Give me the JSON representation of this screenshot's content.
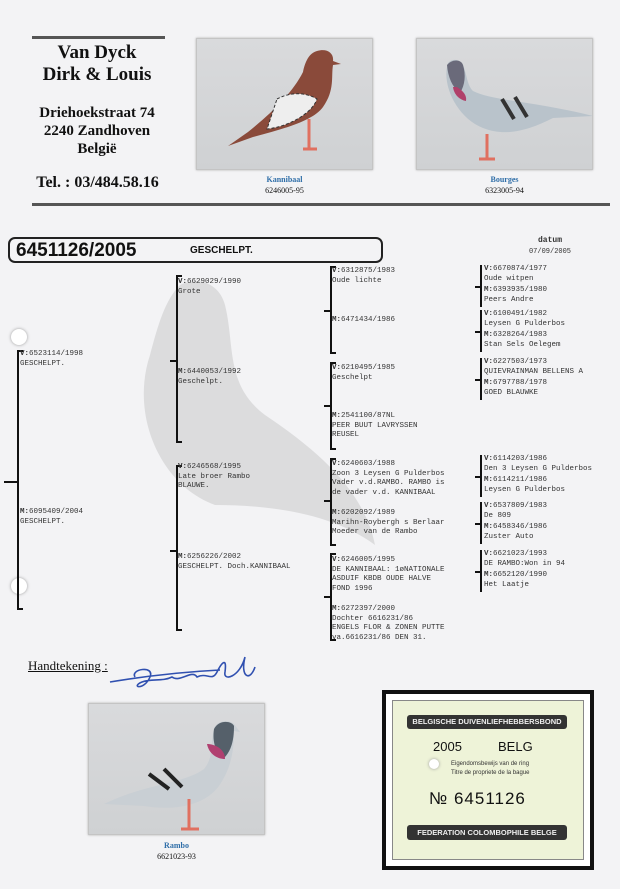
{
  "breeder": {
    "name1": "Van Dyck",
    "name2": "Dirk & Louis",
    "street": "Driehoekstraat 74",
    "city": "2240 Zandhoven",
    "country": "België",
    "tel": "Tel. : 03/484.58.16"
  },
  "photos": [
    {
      "name": "Kannibaal",
      "ring": "6246005-95"
    },
    {
      "name": "Bourges",
      "ring": "6323005-94"
    },
    {
      "name": "Rambo",
      "ring": "6621023-93"
    }
  ],
  "pigeon": {
    "ring": "6451126/2005",
    "color": "GESCHELPT."
  },
  "date": {
    "label": "datum",
    "value": "07/09/2005"
  },
  "gen1": [
    {
      "tag": "V:",
      "text": "6523114/1998\nGESCHELPT."
    },
    {
      "tag": "M:",
      "text": "6095409/2004\nGESCHELPT."
    }
  ],
  "gen2": [
    {
      "tag": "V:",
      "text": "6629029/1990\nGrote"
    },
    {
      "tag": "M:",
      "text": "6440053/1992\nGeschelpt."
    },
    {
      "tag": "V:",
      "text": "6246568/1995\nLate broer Rambo\nBLAUWE."
    },
    {
      "tag": "M:",
      "text": "6256226/2002\nGESCHELPT. Doch.KANNIBAAL"
    }
  ],
  "gen3": [
    {
      "tag": "V:",
      "text": "6312875/1983\nOude lichte"
    },
    {
      "tag": "M:",
      "text": "6471434/1986"
    },
    {
      "tag": "V:",
      "text": "6210495/1985\nGeschelpt"
    },
    {
      "tag": "M:",
      "text": "2541100/87NL\nPEER BUUT LAVRYSSEN\nREUSEL"
    },
    {
      "tag": "V:",
      "text": "6240603/1988\nZoon 3 Leysen G Pulderbos\nVader v.d.RAMBO. RAMBO is\nde vader v.d. KANNIBAAL"
    },
    {
      "tag": "M:",
      "text": "6202092/1989\nMarihn-Roybergh s Berlaar\nMoeder van de Rambo"
    },
    {
      "tag": "V:",
      "text": "6246005/1995\nDE KANNIBAAL: 1øNATIONALE\nASDUIF KBDB OUDE HALVE\nFOND 1996"
    },
    {
      "tag": "M:",
      "text": "6272397/2000\nDochter 6616231/86\nENGELS FLOR & ZONEN PUTTE\nva.6616231/86 DEN 31."
    }
  ],
  "gen4": [
    {
      "tag": "V:",
      "text": "6670874/1977\nOude witpen"
    },
    {
      "tag": "M:",
      "text": "6393935/1980\nPeers Andre"
    },
    {
      "tag": "V:",
      "text": "6100491/1982\nLeysen G Pulderbos"
    },
    {
      "tag": "M:",
      "text": "6328264/1983\nStan Sels Oelegem"
    },
    {
      "tag": "V:",
      "text": "6227503/1973\nQUIEVRAINMAN BELLENS A"
    },
    {
      "tag": "M:",
      "text": "6797788/1978\nGOED BLAUWKE"
    },
    {
      "tag": "V:",
      "text": "6114203/1986\nDen 3 Leysen G Pulderbos"
    },
    {
      "tag": "M:",
      "text": "6114211/1986\nLeysen G Pulderbos"
    },
    {
      "tag": "V:",
      "text": "6537809/1983\nDe 809"
    },
    {
      "tag": "M:",
      "text": "6458346/1986\nZuster Auto"
    },
    {
      "tag": "V:",
      "text": "6621023/1993\nDE RAMBO:Won in 94"
    },
    {
      "tag": "M:",
      "text": "6652120/1990\nHet Laatje"
    }
  ],
  "signature": {
    "label": "Handtekening :",
    "signed": "VanDyck"
  },
  "ring_card": {
    "top": "BELGISCHE DUIVENLIEFHEBBERSBOND",
    "year": "2005",
    "country": "BELG",
    "line1": "Eigendomsbewijs van de ring",
    "line2": "Titre de propriete de la bague",
    "number": "№ 6451126",
    "bottom": "FEDERATION COLOMBOPHILE BELGE"
  }
}
